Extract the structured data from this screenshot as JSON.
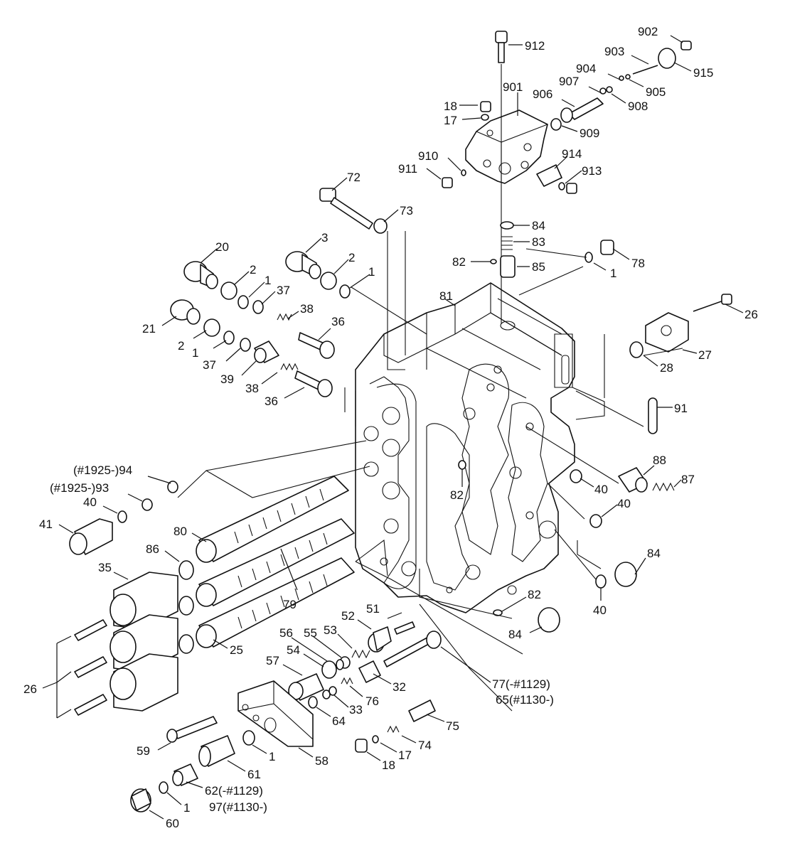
{
  "labels": {
    "l912": "912",
    "l902": "902",
    "l903": "903",
    "l915": "915",
    "l904": "904",
    "l905": "905",
    "l907": "907",
    "l901": "901",
    "l906": "906",
    "l908": "908",
    "l18a": "18",
    "l17a": "17",
    "l909": "909",
    "l910": "910",
    "l914": "914",
    "l911": "911",
    "l913": "913",
    "l72": "72",
    "l73": "73",
    "l84a": "84",
    "l83": "83",
    "l20": "20",
    "l3": "3",
    "l82a": "82",
    "l85": "85",
    "l78": "78",
    "l2a": "2",
    "l2b": "2",
    "l1a": "1",
    "l1b": "1",
    "l1c": "1",
    "l37a": "37",
    "l81": "81",
    "l26a": "26",
    "l38a": "38",
    "l36a": "36",
    "l21": "21",
    "l2c": "2",
    "l27": "27",
    "l1d": "1",
    "l37b": "37",
    "l28": "28",
    "l39": "39",
    "l38b": "38",
    "l36b": "36",
    "l91": "91",
    "l94": "(#1925-)94",
    "l93": "(#1925-)93",
    "l88": "88",
    "l40a": "40",
    "l87": "87",
    "l82b": "82",
    "l41": "41",
    "l40b": "40",
    "l40c": "40",
    "l80": "80",
    "l86": "86",
    "l84b": "84",
    "l35": "35",
    "l79": "79",
    "l82c": "82",
    "l40d": "40",
    "l51": "51",
    "l52": "52",
    "l84c": "84",
    "l56": "56",
    "l55": "55",
    "l53": "53",
    "l54": "54",
    "l25": "25",
    "l77": "77(-#1129)",
    "l65": "65(#1130-)",
    "l57": "57",
    "l32": "32",
    "l26b": "26",
    "l76": "76",
    "l33": "33",
    "l64": "64",
    "l75": "75",
    "l74": "74",
    "l59": "59",
    "l1e": "1",
    "l58": "58",
    "l17b": "17",
    "l18b": "18",
    "l61": "61",
    "l62": "62(-#1129)",
    "l97": "97(#1130-)",
    "l1f": "1",
    "l60": "60"
  }
}
